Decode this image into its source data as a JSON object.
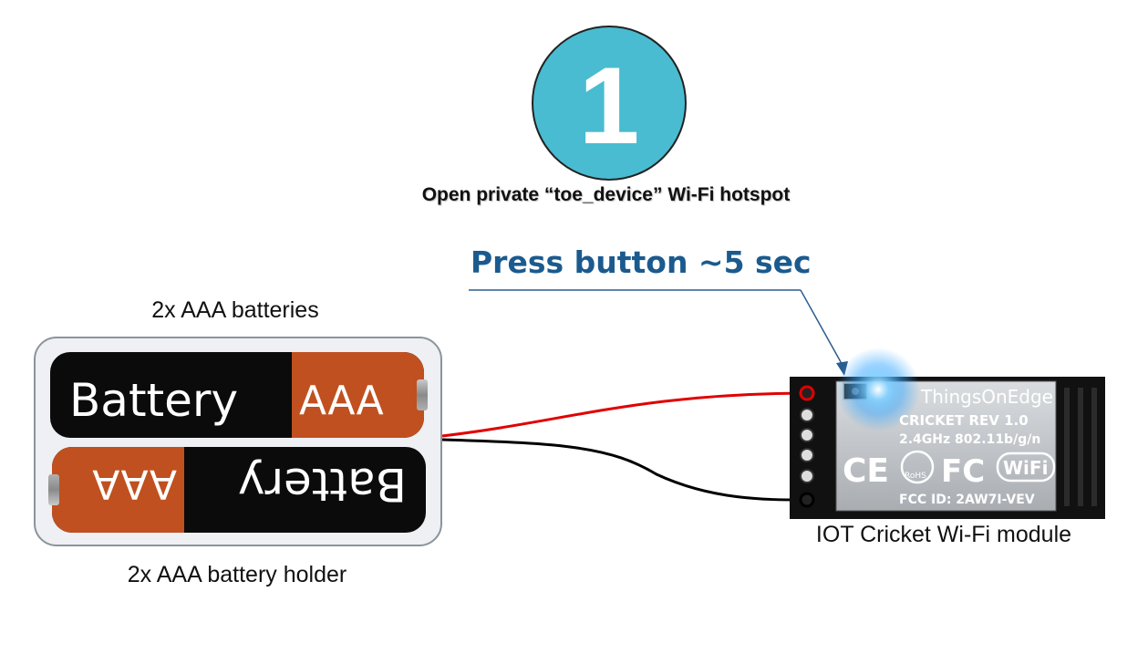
{
  "step": {
    "number": "1",
    "caption": "Open private “toe_device” Wi-Fi hotspot"
  },
  "callout": {
    "label": "Press button ~5 sec"
  },
  "battery_holder": {
    "top_label": "2x AAA batteries",
    "bottom_label": "2x AAA battery holder",
    "battery_text": "Battery",
    "battery_size": "AAA"
  },
  "module": {
    "label": "IOT Cricket Wi-Fi module",
    "brand": "ThingsOnEdge",
    "model": "CRICKET REV 1.0",
    "spec": "2.4GHz 802.11b/g/n",
    "fcc_id": "FCC ID: 2AW7I-VEV",
    "ce_mark": "CE",
    "rohs_mark": "RoHS",
    "fc_mark": "FC",
    "wifi_mark": "WiFi"
  },
  "colors": {
    "circle": "#49bcd1",
    "callout_text": "#1b5a8e",
    "battery_orange": "#c0501f",
    "wire_positive": "#e00000",
    "wire_negative": "#000000",
    "led_glow": "#3aa9ff"
  }
}
